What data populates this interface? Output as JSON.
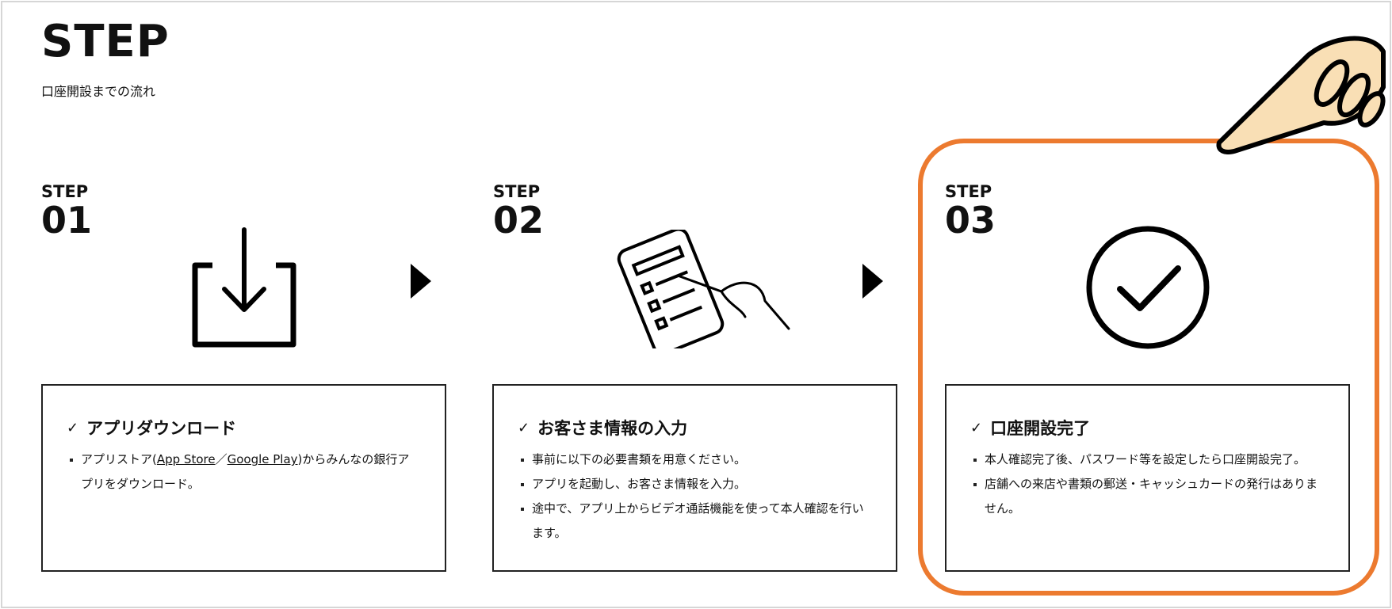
{
  "header": {
    "title": "STEP",
    "subtitle": "口座開設までの流れ"
  },
  "steps": [
    {
      "label": "STEP",
      "number": "01",
      "icon": "download-icon",
      "heading": "アプリダウンロード",
      "bullet1_pre": "アプリストア(",
      "link1": "App Store",
      "sep": "／",
      "link2": "Google Play",
      "bullet1_post": ")からみんなの銀行アプリをダウンロード。"
    },
    {
      "label": "STEP",
      "number": "02",
      "icon": "smartphone-checklist-icon",
      "heading": "お客さま情報の入力",
      "bullets": [
        "事前に以下の必要書類を用意ください。",
        "アプリを起動し、お客さま情報を入力。",
        "途中で、アプリ上からビデオ通話機能を使って本人確認を行います。"
      ]
    },
    {
      "label": "STEP",
      "number": "03",
      "icon": "check-circle-icon",
      "heading": "口座開設完了",
      "bullets": [
        "本人確認完了後、パスワード等を設定したら口座開設完了。",
        "店舗への来店や書類の郵送・キャッシュカードの発行はありません。"
      ]
    }
  ],
  "colors": {
    "highlight": "#ec7a2f",
    "hand": "#f9dfb5"
  }
}
